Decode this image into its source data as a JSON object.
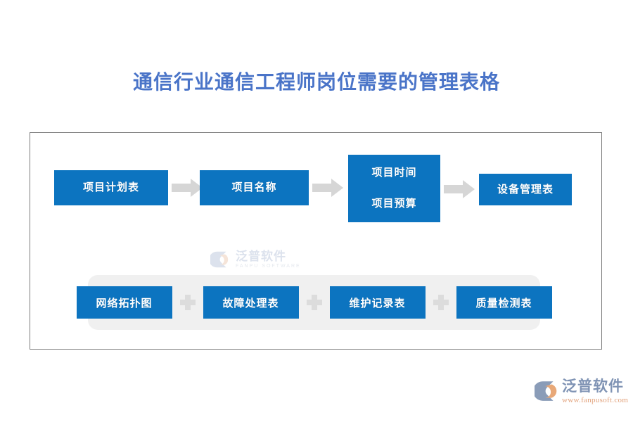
{
  "page": {
    "title": "通信行业通信工程师岗位需要的管理表格",
    "title_color": "#4a74c8",
    "background": "#ffffff"
  },
  "theme": {
    "node_blue": "#0c74c0",
    "arrow_gray": "#d6d6d6",
    "group_bg": "#f0f0f0",
    "frame_border": "#7a7a7a",
    "plus_gray": "#dcdcdc"
  },
  "diagram": {
    "flow_row": {
      "nodes": [
        {
          "id": "project-plan",
          "lines": [
            "项目计划表"
          ]
        },
        {
          "id": "project-name",
          "lines": [
            "项目名称"
          ]
        },
        {
          "id": "project-time-budget",
          "lines": [
            "项目时间",
            "项目预算"
          ]
        },
        {
          "id": "equipment-mgmt",
          "lines": [
            "设备管理表"
          ]
        }
      ],
      "arrows": [
        {
          "id": "arrow-1",
          "direction": "right"
        },
        {
          "id": "arrow-2",
          "direction": "right"
        },
        {
          "id": "arrow-3",
          "direction": "right"
        }
      ]
    },
    "group_row": {
      "separator": "+",
      "nodes": [
        {
          "id": "network-topology",
          "label": "网络拓扑图"
        },
        {
          "id": "fault-handling",
          "label": "故障处理表"
        },
        {
          "id": "maintenance-record",
          "label": "维护记录表"
        },
        {
          "id": "quality-inspection",
          "label": "质量检测表"
        }
      ]
    }
  },
  "watermark": {
    "name_cn": "泛普软件",
    "name_en": "FANPU SOFTWARE"
  },
  "brand": {
    "name_cn": "泛普软件",
    "url": "www.fanpusoft.com"
  }
}
